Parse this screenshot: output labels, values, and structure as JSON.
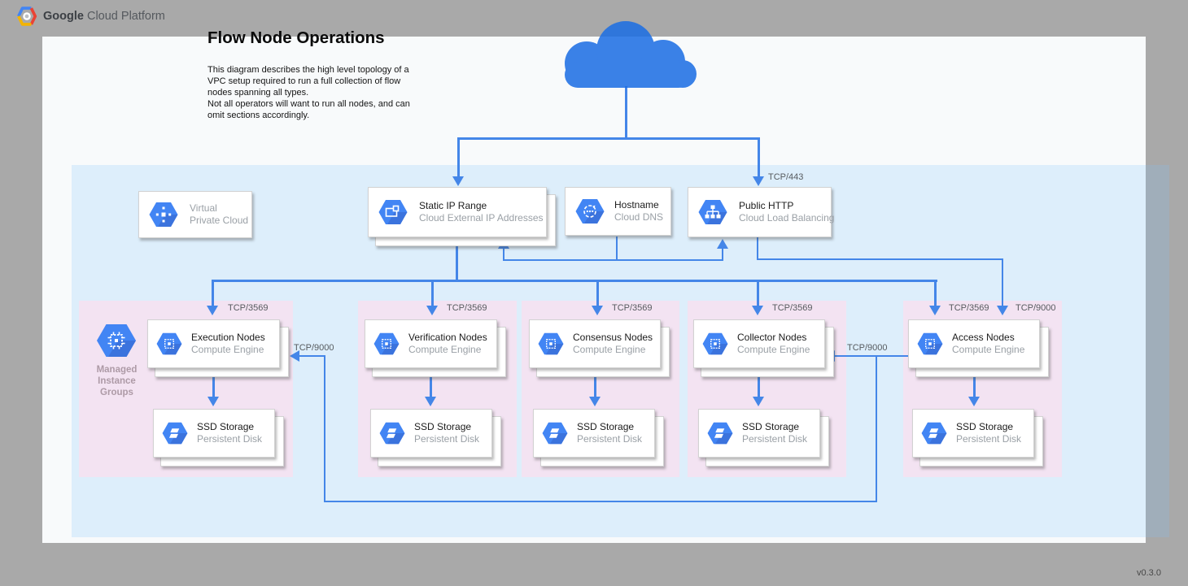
{
  "header": {
    "brand_bold": "Google",
    "brand_rest": " Cloud Platform"
  },
  "title": "Flow Node Operations",
  "description": [
    "This diagram describes the high level topology of a",
    "VPC setup required to run a full collection of flow",
    "nodes spanning all types.",
    "Not all operators will want to run all nodes, and can",
    "omit sections accordingly."
  ],
  "version": "v0.3.0",
  "colors": {
    "line_blue": "#4486e8",
    "hexagon_blue": "#4285f4",
    "vpc_bg": "#ddeefb",
    "group_bg": "#f3e3f2",
    "cloud_blue": "#1c6ee4",
    "page_gray": "#a9a9a9"
  },
  "ports": {
    "https": "TCP/443",
    "node": "TCP/3569",
    "access": "TCP/9000"
  },
  "vpc_label": {
    "title": "Virtual",
    "subtitle": "Private Cloud"
  },
  "services": {
    "static_ip": {
      "title": "Static IP Range",
      "subtitle": "Cloud External IP Addresses"
    },
    "hostname": {
      "title": "Hostname",
      "subtitle": "Cloud DNS"
    },
    "public_http": {
      "title": "Public HTTP",
      "subtitle": "Cloud Load Balancing"
    }
  },
  "mig_label": [
    "Managed",
    "Instance",
    "Groups"
  ],
  "groups": [
    {
      "title": "Execution Nodes",
      "subtitle": "Compute Engine",
      "storage": {
        "title": "SSD Storage",
        "subtitle": "Persistent Disk"
      }
    },
    {
      "title": "Verification Nodes",
      "subtitle": "Compute Engine",
      "storage": {
        "title": "SSD Storage",
        "subtitle": "Persistent Disk"
      }
    },
    {
      "title": "Consensus Nodes",
      "subtitle": "Compute Engine",
      "storage": {
        "title": "SSD Storage",
        "subtitle": "Persistent Disk"
      }
    },
    {
      "title": "Collector Nodes",
      "subtitle": "Compute Engine",
      "storage": {
        "title": "SSD Storage",
        "subtitle": "Persistent Disk"
      }
    },
    {
      "title": "Access Nodes",
      "subtitle": "Compute Engine",
      "storage": {
        "title": "SSD Storage",
        "subtitle": "Persistent Disk"
      }
    }
  ]
}
